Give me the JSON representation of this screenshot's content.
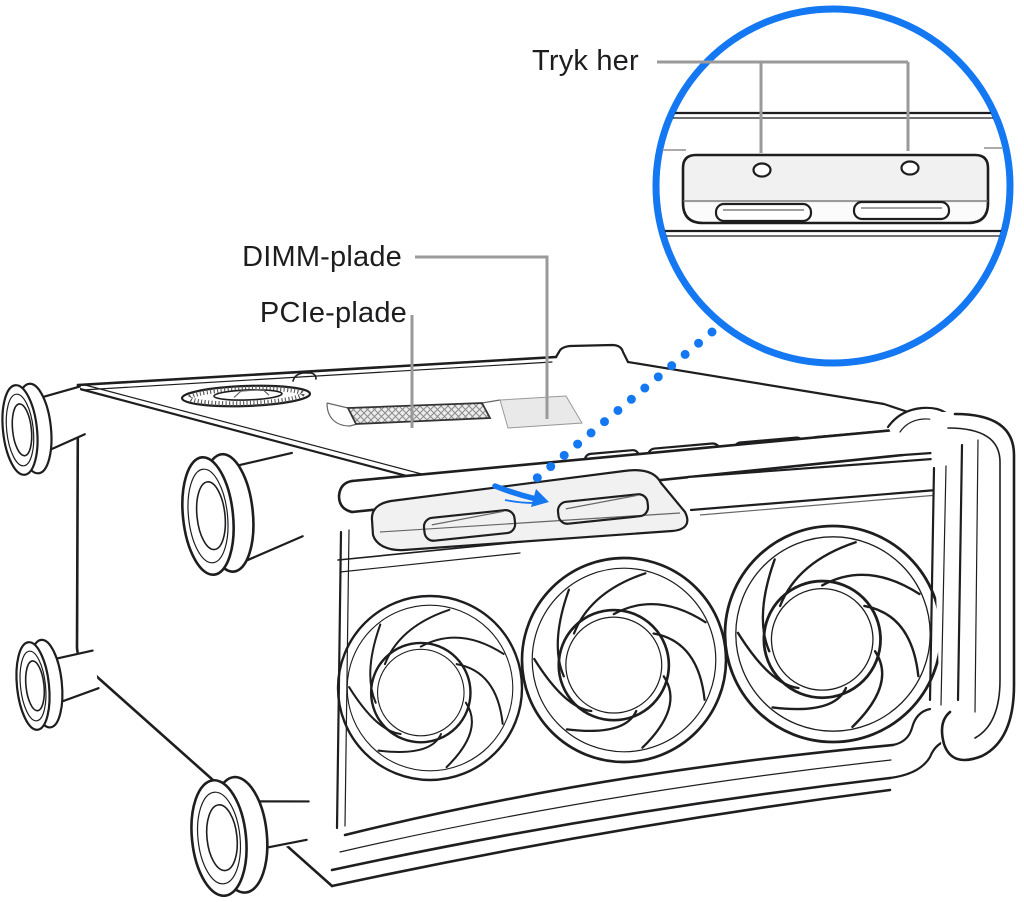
{
  "illustration": {
    "title": "Mac Pro on its side",
    "callouts": {
      "dimm_cover": {
        "label": "DIMM-plade"
      },
      "pcie_cover": {
        "label": "PCIe-plade"
      },
      "press_here": {
        "label": "Tryk her"
      }
    },
    "colors": {
      "accent_blue": "#1478F2",
      "callout_line_gray": "#9A9A9A",
      "ink": "#1D1D1F",
      "panel_light_gray": "#F1F1F1",
      "background": "#FFFFFF"
    },
    "icons": [
      "magnifier-circle",
      "dotted-leader-line",
      "press-arrow-icon",
      "fan-icon",
      "foot-icon",
      "oval-vent-icon",
      "mesh-vent-icon"
    ]
  }
}
